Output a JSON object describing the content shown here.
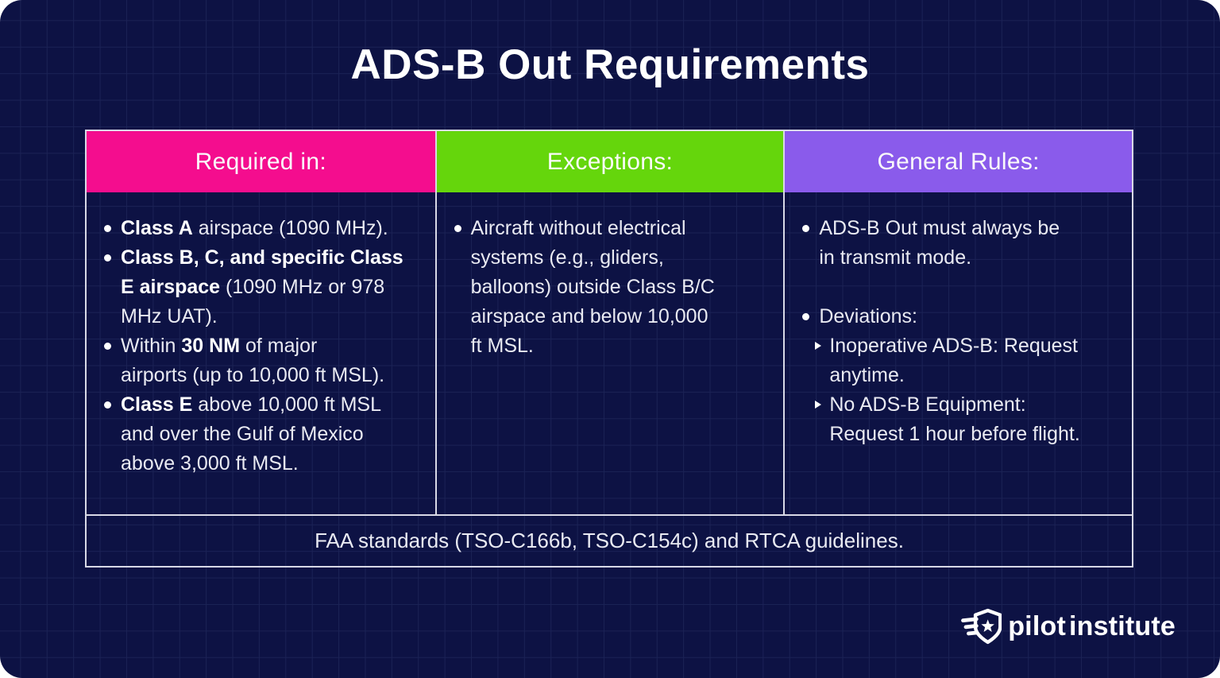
{
  "page": {
    "title": "ADS-B Out Requirements"
  },
  "theme": {
    "background": "#0d1244",
    "grid_line": "#1b2255",
    "table_line": "#d8d9e6",
    "body_text": "#e9eaf2",
    "header_text": "#fafafa"
  },
  "table": {
    "columns": [
      {
        "header": "Required in:",
        "header_color": "#f40d8e",
        "items": [
          {
            "type": "bullet",
            "segments": [
              {
                "text": "Class A",
                "bold": true
              },
              {
                "text": " airspace (1090 MHz).",
                "bold": false
              }
            ]
          },
          {
            "type": "bullet",
            "segments": [
              {
                "text": "Class B, C, and specific Class\nE airspace",
                "bold": true
              },
              {
                "text": " (1090 MHz or 978\nMHz UAT).",
                "bold": false
              }
            ]
          },
          {
            "type": "bullet",
            "segments": [
              {
                "text": "Within ",
                "bold": false
              },
              {
                "text": "30 NM",
                "bold": true
              },
              {
                "text": " of major\nairports (up to 10,000 ft MSL).",
                "bold": false
              }
            ]
          },
          {
            "type": "bullet",
            "segments": [
              {
                "text": "Class E",
                "bold": true
              },
              {
                "text": " above 10,000 ft MSL\nand over the Gulf of Mexico\nabove 3,000 ft MSL.",
                "bold": false
              }
            ]
          }
        ]
      },
      {
        "header": "Exceptions:",
        "header_color": "#65d60c",
        "items": [
          {
            "type": "bullet",
            "segments": [
              {
                "text": "Aircraft without electrical\nsystems (e.g., gliders,\nballoons) outside Class B/C\nairspace and below 10,000\nft MSL.",
                "bold": false
              }
            ]
          }
        ]
      },
      {
        "header": "General Rules:",
        "header_color": "#8a5beb",
        "items": [
          {
            "type": "bullet",
            "segments": [
              {
                "text": "ADS-B Out must always be\nin transmit mode.",
                "bold": false
              }
            ]
          },
          {
            "type": "spacer"
          },
          {
            "type": "bullet",
            "segments": [
              {
                "text": "Deviations:",
                "bold": false
              }
            ]
          },
          {
            "type": "subbullet",
            "segments": [
              {
                "text": "Inoperative ADS-B: Request\nanytime.",
                "bold": false
              }
            ]
          },
          {
            "type": "subbullet",
            "segments": [
              {
                "text": "No ADS-B Equipment:\nRequest 1 hour before flight.",
                "bold": false
              }
            ]
          }
        ]
      }
    ],
    "footer_note": "FAA standards (TSO-C166b, TSO-C154c) and RTCA guidelines."
  },
  "branding": {
    "logo_word1": "pilot",
    "logo_word2": "institute",
    "logo_icon": "winged-shield-star-icon"
  }
}
